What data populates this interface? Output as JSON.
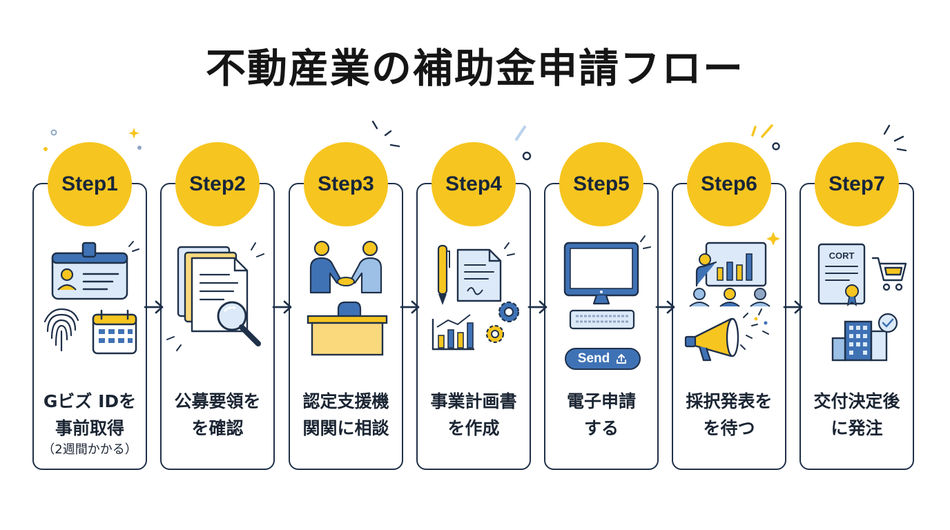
{
  "title": "不動産業の補助金申請フロー",
  "steps": [
    {
      "badge": "Step1",
      "label_lines": [
        "Gビズ IDを",
        "事前取得"
      ],
      "note": "（2週間かかる）"
    },
    {
      "badge": "Step2",
      "label_lines": [
        "公募要領を",
        "を確認"
      ]
    },
    {
      "badge": "Step3",
      "label_lines": [
        "認定支援機",
        "関関に相談"
      ]
    },
    {
      "badge": "Step4",
      "label_lines": [
        "事業計画書",
        "を作成"
      ]
    },
    {
      "badge": "Step5",
      "label_lines": [
        "電子申請",
        "する"
      ],
      "button": "Send"
    },
    {
      "badge": "Step6",
      "label_lines": [
        "採択発表を",
        "を待つ"
      ]
    },
    {
      "badge": "Step7",
      "label_lines": [
        "交付決定後",
        "に発注"
      ],
      "certificate": "CORT"
    }
  ],
  "colors": {
    "accent": "#f6c520",
    "navy": "#1f3049",
    "blue": "#3f72b5",
    "light_blue": "#dce9f8"
  },
  "icons": [
    "id-card-icon",
    "fingerprint-icon",
    "calendar-icon",
    "documents-icon",
    "magnifier-icon",
    "handshake-icon",
    "desk-icon",
    "pen-icon",
    "business-plan-icon",
    "bar-chart-icon",
    "gear-icon",
    "monitor-icon",
    "keyboard-icon",
    "send-icon",
    "presentation-icon",
    "megaphone-icon",
    "confetti-icon",
    "certificate-icon",
    "cart-icon",
    "building-icon",
    "check-icon"
  ]
}
